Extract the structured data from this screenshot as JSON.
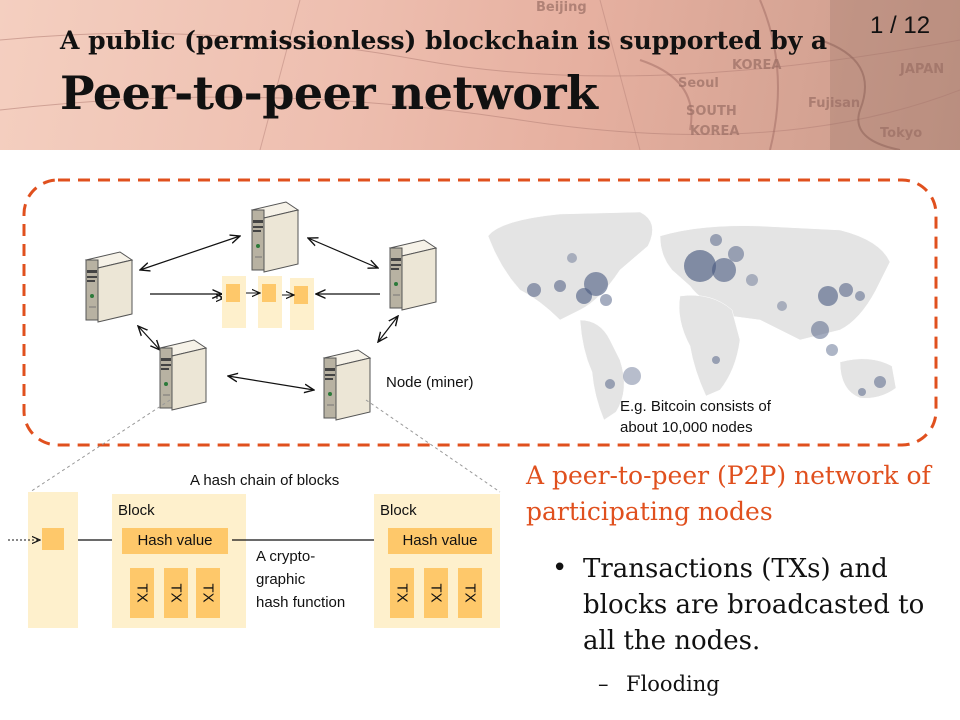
{
  "header": {
    "subtitle": "A public (permissionless) blockchain is supported by a",
    "title": "Peer-to-peer network",
    "page_number": "1 / 12",
    "map_labels": [
      "Beijing",
      "KOREA",
      "Seoul",
      "JAPAN",
      "SOUTH",
      "KOREA",
      "Fujisan",
      "Tokyo"
    ]
  },
  "network": {
    "node_label": "Node (miner)",
    "caption_line1": "E.g. Bitcoin consists of",
    "caption_line2": "about 10,000 nodes"
  },
  "chain": {
    "title": "A hash chain of blocks",
    "block_label": "Block",
    "hash_label": "Hash value",
    "tx_label": "TX",
    "function_line1": "A crypto-",
    "function_line2": "graphic",
    "function_line3": "hash function"
  },
  "content": {
    "heading": "A peer-to-peer (P2P) network of participating nodes",
    "bullet_mark": "•",
    "bullet": "Transactions (TXs) and blocks are broadcasted to all the nodes.",
    "dash_mark": "–",
    "sub_bullet": "Flooding"
  },
  "colors": {
    "accent": "#e0501e",
    "block_fill": "#fef0cc",
    "hash_fill": "#fec86a",
    "map_land": "#e4e4e4",
    "map_dots": "#4a5a80"
  },
  "icons": [
    "server-icon",
    "world-map-icon",
    "mini-block-icon"
  ]
}
